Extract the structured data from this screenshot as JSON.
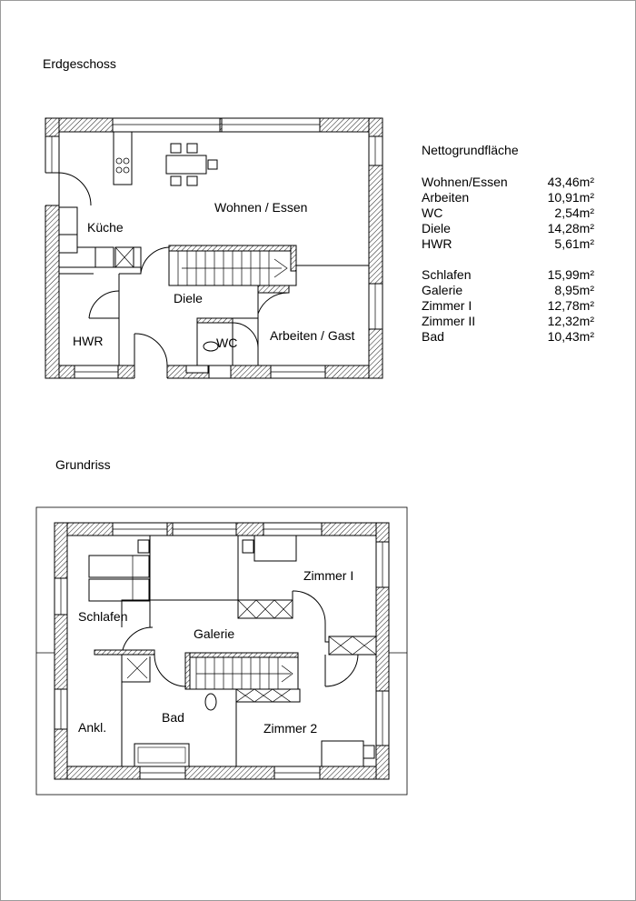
{
  "titles": {
    "ground_floor": "Erdgeschoss",
    "upper_floor": "Grundriss"
  },
  "ground_rooms": {
    "kueche": "Küche",
    "wohnen": "Wohnen / Essen",
    "diele": "Diele",
    "hwr": "HWR",
    "wc": "WC",
    "arbeiten": "Arbeiten / Gast"
  },
  "upper_rooms": {
    "schlafen": "Schlafen",
    "galerie": "Galerie",
    "zimmer1": "Zimmer I",
    "ankl": "Ankl.",
    "bad": "Bad",
    "zimmer2": "Zimmer 2"
  },
  "areas": {
    "title": "Nettogrundfläche",
    "ground": [
      {
        "room": "Wohnen/Essen",
        "value": "43,46m²"
      },
      {
        "room": "Arbeiten",
        "value": "10,91m²"
      },
      {
        "room": "WC",
        "value": "2,54m²"
      },
      {
        "room": "Diele",
        "value": "14,28m²"
      },
      {
        "room": "HWR",
        "value": "5,61m²"
      }
    ],
    "upper": [
      {
        "room": "Schlafen",
        "value": "15,99m²"
      },
      {
        "room": "Galerie",
        "value": "8,95m²"
      },
      {
        "room": "Zimmer I",
        "value": "12,78m²"
      },
      {
        "room": "Zimmer II",
        "value": "12,32m²"
      },
      {
        "room": "Bad",
        "value": "10,43m²"
      }
    ]
  }
}
